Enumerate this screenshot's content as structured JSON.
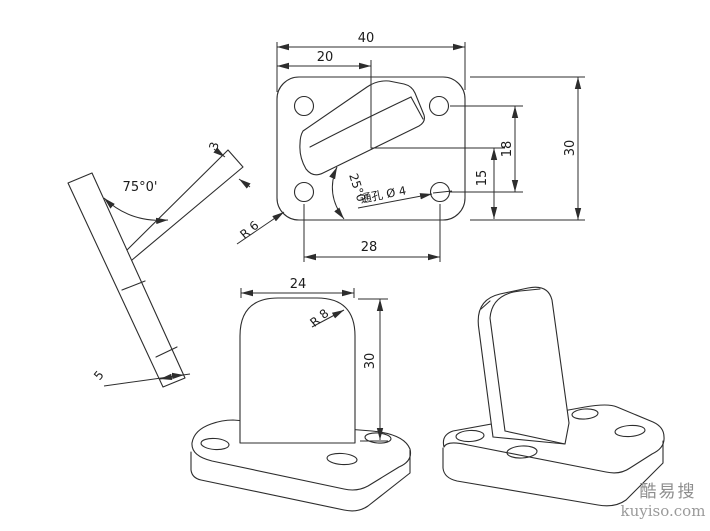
{
  "colors": {
    "line": "#2d2d2d",
    "text": "#1b1b1b",
    "watermark": "#8e8e8e",
    "background": "#ffffff"
  },
  "top_view": {
    "width": "40",
    "boss_center_offset": "20",
    "height": "30",
    "hole_vertical_spacing": "18",
    "boss_corner_height": "15",
    "hole_horizontal_spacing": "28",
    "corner_radius": "R 6",
    "boss_angle": "25°0'",
    "through_hole_note": "通孔 Ø 4"
  },
  "side_view": {
    "tab_angle": "75°0'",
    "tab_thickness": "3",
    "plate_thickness": "5"
  },
  "front_view": {
    "tab_width": "24",
    "tab_corner_radius": "R 8",
    "tab_height": "30"
  },
  "watermark": {
    "brand": "酷易搜",
    "site": "kuyiso.com"
  }
}
